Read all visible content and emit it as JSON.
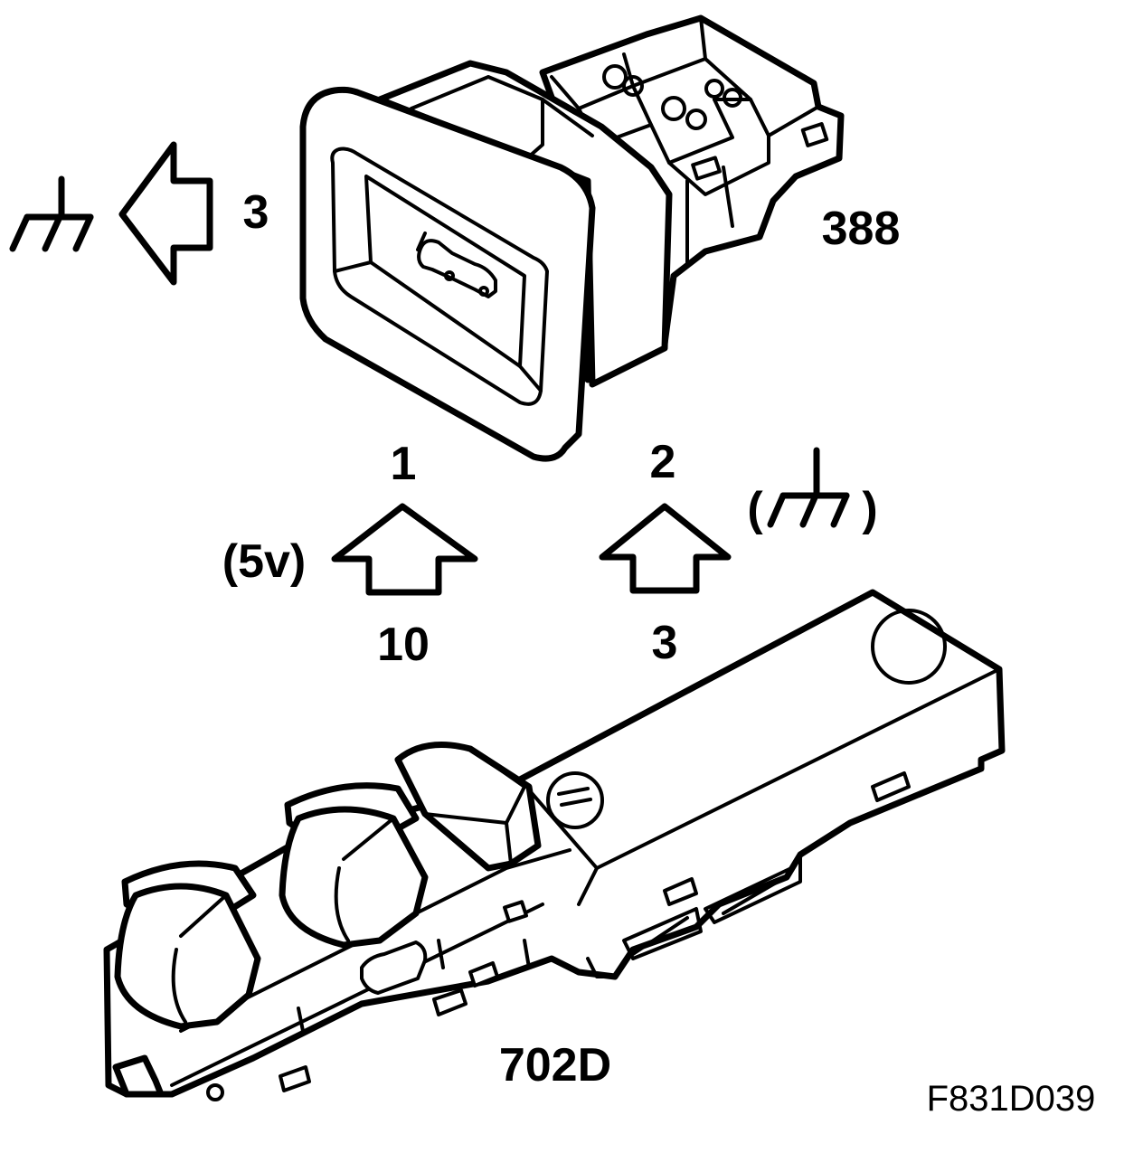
{
  "labels": {
    "ground_pin_switch": "3",
    "switch_part_number": "388",
    "pin_supply_switch": "1",
    "pin_ground_switch": "2",
    "voltage": "(5v)",
    "pin_supply_module": "10",
    "pin_ground_module": "3",
    "module_part_number": "702D",
    "figure_ref": "F831D039",
    "paren_open": "(",
    "paren_close": ")"
  },
  "icons": {
    "ground": "ground-symbol-icon",
    "arrow": "outline-arrow-icon",
    "trunk": "car-trunk-icon"
  },
  "colors": {
    "line": "#000000",
    "background": "#ffffff"
  }
}
